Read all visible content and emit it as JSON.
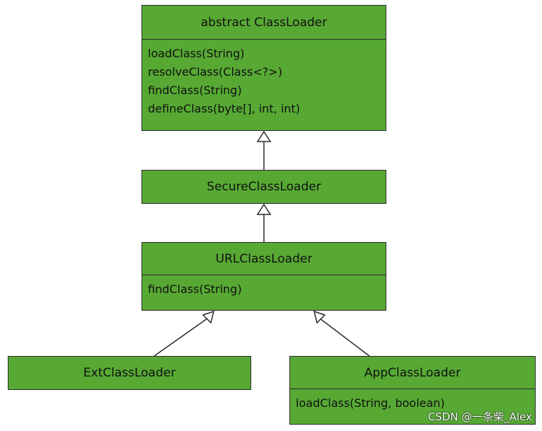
{
  "diagram": {
    "classes": [
      {
        "id": "abstract",
        "name": "abstract ClassLoader",
        "methods": [
          "loadClass(String)",
          "resolveClass(Class<?>)",
          "findClass(String)",
          "defineClass(byte[], int, int)"
        ]
      },
      {
        "id": "secure",
        "name": "SecureClassLoader",
        "methods": []
      },
      {
        "id": "url",
        "name": "URLClassLoader",
        "methods": [
          "findClass(String)"
        ]
      },
      {
        "id": "ext",
        "name": "ExtClassLoader",
        "methods": []
      },
      {
        "id": "app",
        "name": "AppClassLoader",
        "methods": [
          "loadClass(String, boolean)"
        ]
      }
    ],
    "inheritance": [
      {
        "child": "SecureClassLoader",
        "parent": "abstract ClassLoader"
      },
      {
        "child": "URLClassLoader",
        "parent": "SecureClassLoader"
      },
      {
        "child": "ExtClassLoader",
        "parent": "URLClassLoader"
      },
      {
        "child": "AppClassLoader",
        "parent": "URLClassLoader"
      }
    ],
    "colors": {
      "box_fill": "#57a934",
      "border": "#2a2a2a",
      "text": "#111111",
      "edge": "#2a2a2a"
    }
  },
  "watermark": "CSDN @一条柴_Alex"
}
